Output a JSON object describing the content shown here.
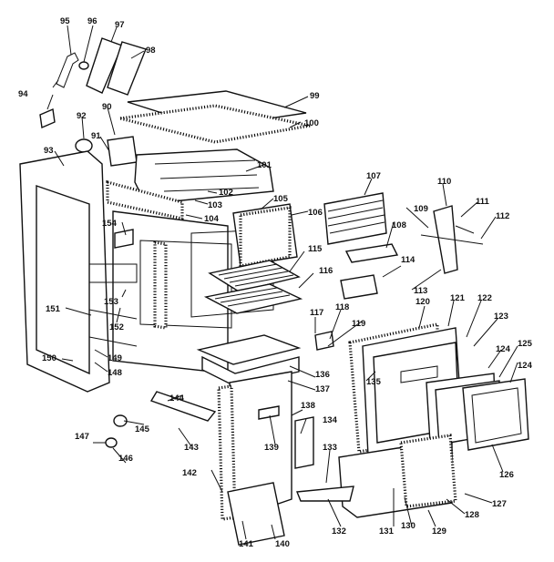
{
  "diagram": {
    "callouts": [
      "95",
      "96",
      "97",
      "98",
      "94",
      "92",
      "90",
      "91",
      "93",
      "99",
      "100",
      "101",
      "102",
      "103",
      "104",
      "105",
      "106",
      "107",
      "108",
      "109",
      "110",
      "111",
      "112",
      "113",
      "114",
      "115",
      "116",
      "117",
      "118",
      "119",
      "120",
      "121",
      "122",
      "123",
      "124",
      "125",
      "124",
      "126",
      "127",
      "128",
      "129",
      "130",
      "131",
      "132",
      "133",
      "134",
      "135",
      "136",
      "137",
      "138",
      "139",
      "140",
      "141",
      "142",
      "143",
      "144",
      "145",
      "146",
      "147",
      "148",
      "149",
      "150",
      "151",
      "152",
      "153",
      "154"
    ]
  }
}
